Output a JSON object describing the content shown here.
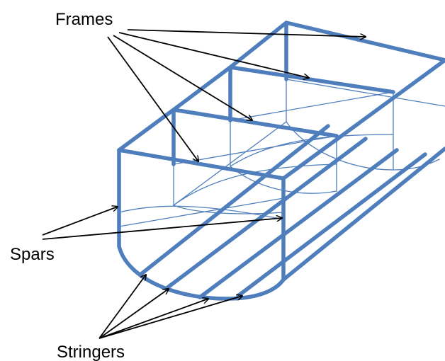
{
  "labels": {
    "frames": "Frames",
    "spars": "Spars",
    "stringers": "Stringers"
  },
  "colors": {
    "structure": "#4F7EBD",
    "arrows": "#000000",
    "text": "#000000",
    "background": "#FFFFFF"
  }
}
